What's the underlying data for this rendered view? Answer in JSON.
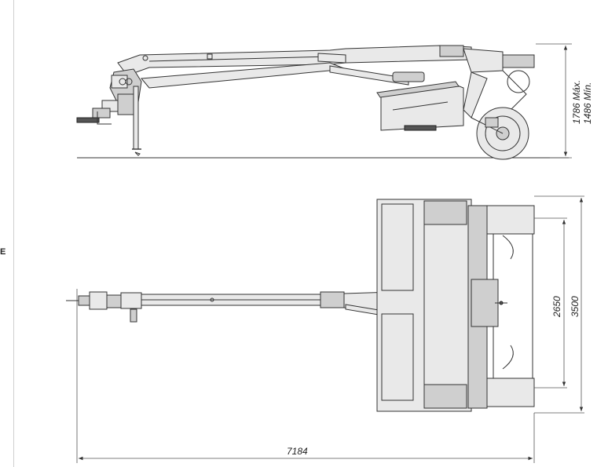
{
  "margin_letter": "E",
  "dimensions": {
    "height_max": "1786 Máx.",
    "height_min": "1486 Mín.",
    "inner_width": "2650",
    "outer_width": "3500",
    "total_length": "7184"
  },
  "colors": {
    "line": "#333333",
    "panel": "#e9e9e9",
    "mid": "#cfcfcf",
    "dark": "#555555"
  }
}
